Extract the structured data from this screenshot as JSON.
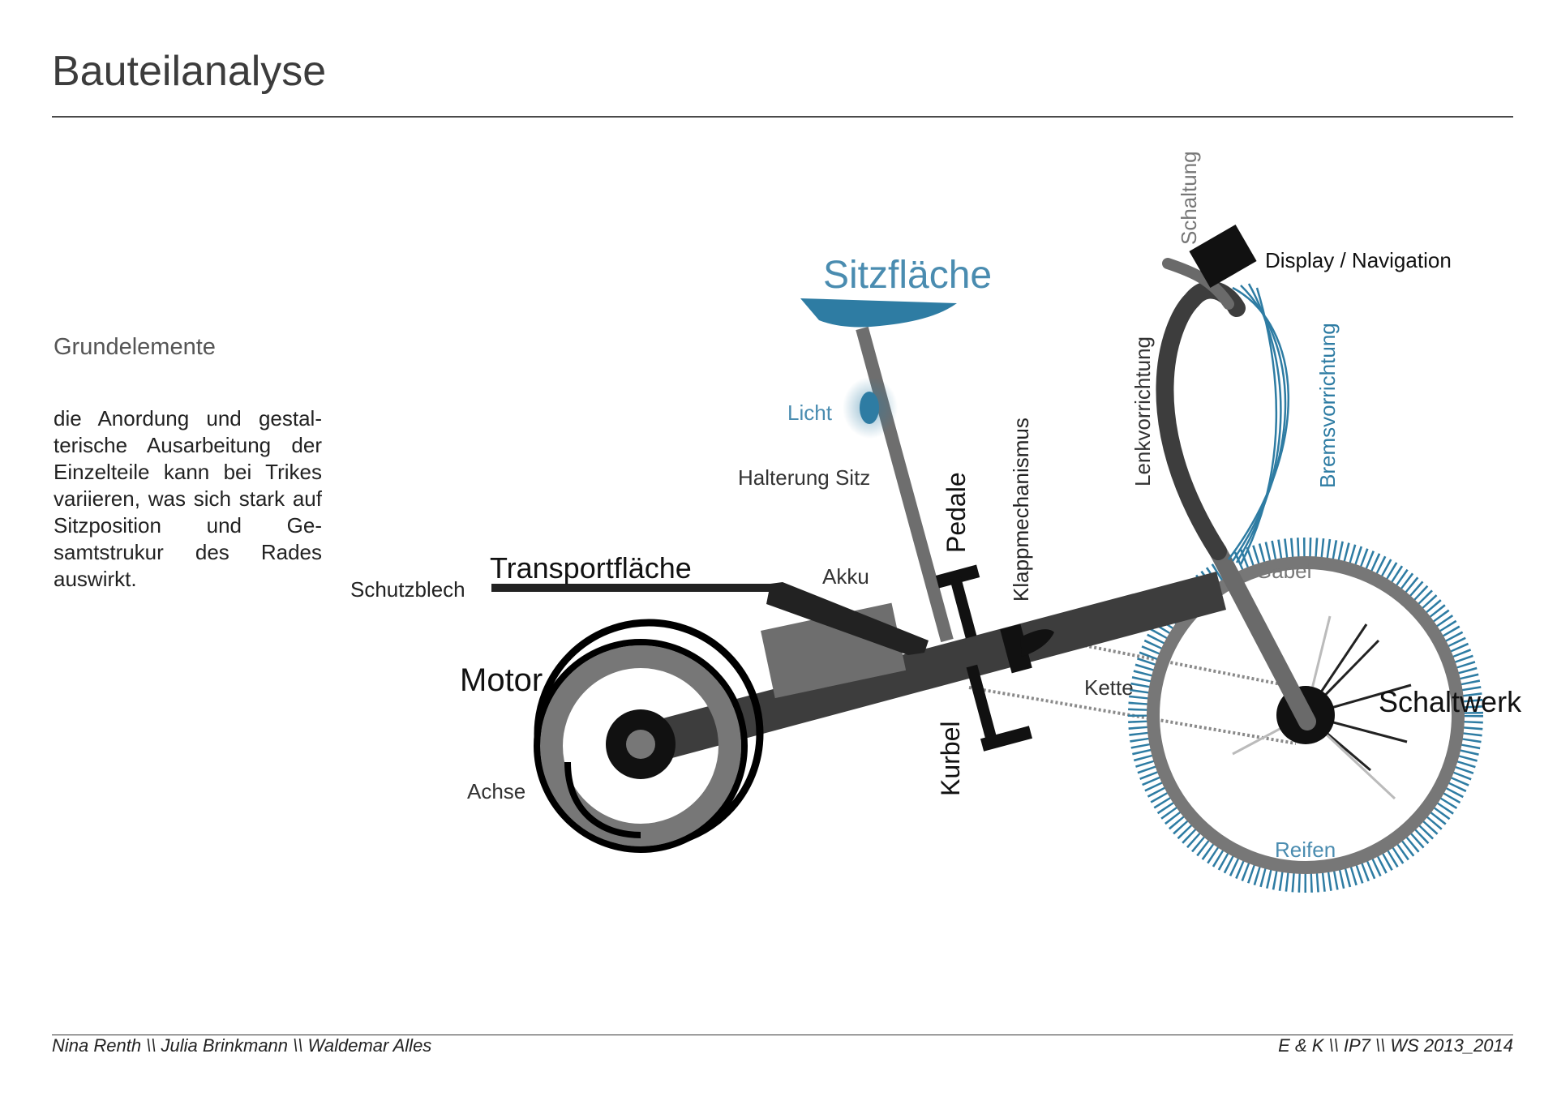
{
  "header": {
    "title": "Bauteilanalyse"
  },
  "sidebar": {
    "heading": "Grundelemente",
    "text": "die Anordung und gestal-terische Ausarbeitung der Einzelteile kann bei Trikes variieren, was sich stark auf Sitzposition und Ge-samtstrukur des Rades auswirkt."
  },
  "diagram": {
    "labels": {
      "sitzflaeche": "Sitzfläche",
      "licht": "Licht",
      "halterung_sitz": "Halterung Sitz",
      "pedale": "Pedale",
      "klappmechanismus": "Klappmechanismus",
      "lenkvorrichtung": "Lenkvorrichtung",
      "schaltung": "Schaltung",
      "display": "Display / Navigation",
      "bremsvorrichtung": "Bremsvorrichtung",
      "transportflaeche": "Transportfläche",
      "schutzblech": "Schutzblech",
      "akku": "Akku",
      "motor": "Motor",
      "achse": "Achse",
      "kurbel": "Kurbel",
      "kette": "Kette",
      "gabel": "Gabel",
      "schaltwerk": "Schaltwerk",
      "reifen": "Reifen"
    },
    "colors": {
      "accent_blue": "#2e7ca3",
      "label_blue": "#4a8cb0",
      "frame_dark": "#3d3d3d",
      "frame_mid": "#6e6e6e",
      "black": "#111111"
    }
  },
  "footer": {
    "authors": "Nina Renth \\\\ Julia Brinkmann \\\\ Waldemar Alles",
    "course": "E & K \\\\ IP7 \\\\ WS 2013_2014"
  }
}
